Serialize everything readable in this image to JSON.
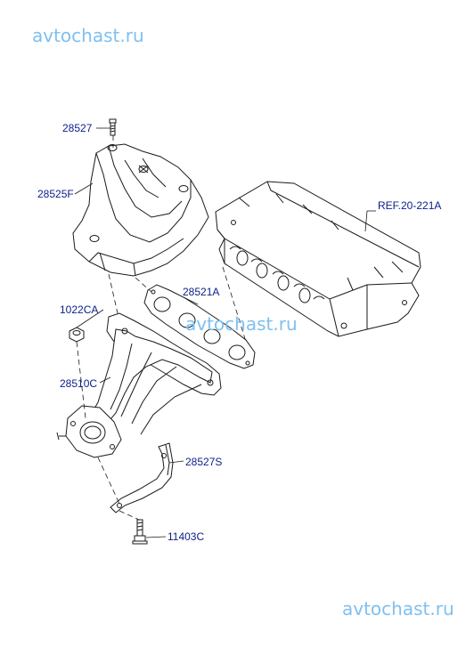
{
  "watermarks": {
    "top": "avtochast.ru",
    "center": "avtochast.ru",
    "bottom": "avtochast.ru"
  },
  "colors": {
    "watermark": "#7fc0f0",
    "callout": "#0b1d8a",
    "line": "#1a1a1a"
  },
  "parts": [
    {
      "id": "bolt-top",
      "label": "28527"
    },
    {
      "id": "heat-shield",
      "label": "28525F"
    },
    {
      "id": "gasket",
      "label": "28521A"
    },
    {
      "id": "nut",
      "label": "1022CA"
    },
    {
      "id": "manifold",
      "label": "28510C"
    },
    {
      "id": "bracket",
      "label": "28527S"
    },
    {
      "id": "bolt-bottom",
      "label": "11403C"
    }
  ],
  "reference": {
    "label": "REF.20-221A"
  }
}
